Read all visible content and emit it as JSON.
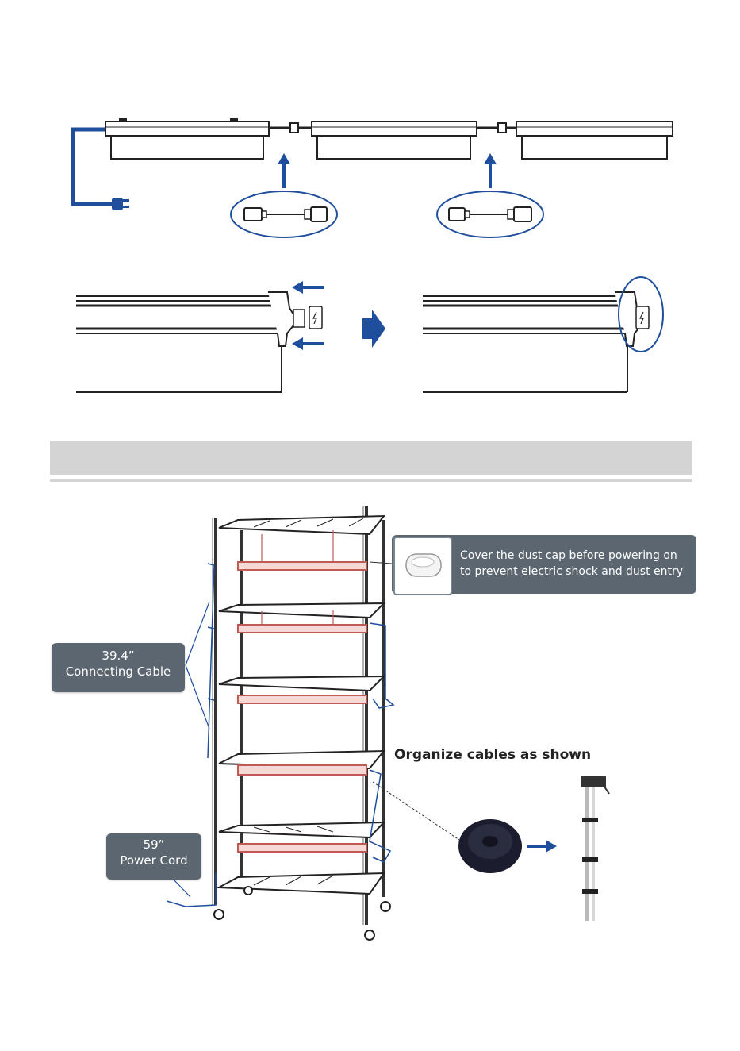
{
  "labels": {
    "dust_cap_line1": "Cover the dust cap before powering on",
    "dust_cap_line2": "to prevent electric shock and dust entry",
    "connecting_cable_length": "39.4”",
    "connecting_cable_text": "Connecting Cable",
    "power_cord_length": "59”",
    "power_cord_text": "Power Cord",
    "organize_cables": "Organize cables as shown"
  },
  "colors": {
    "accent_blue": "#1f4e9c",
    "label_gray": "#5b6670",
    "section_bar": "#d4d4d4",
    "light_red": "#d88a86"
  },
  "icons": [
    "plug-icon",
    "lightning-icon",
    "arrow-right-icon",
    "arrow-left-icon",
    "arrow-up-icon",
    "dust-cap-icon",
    "cable-tie-roll-icon"
  ]
}
